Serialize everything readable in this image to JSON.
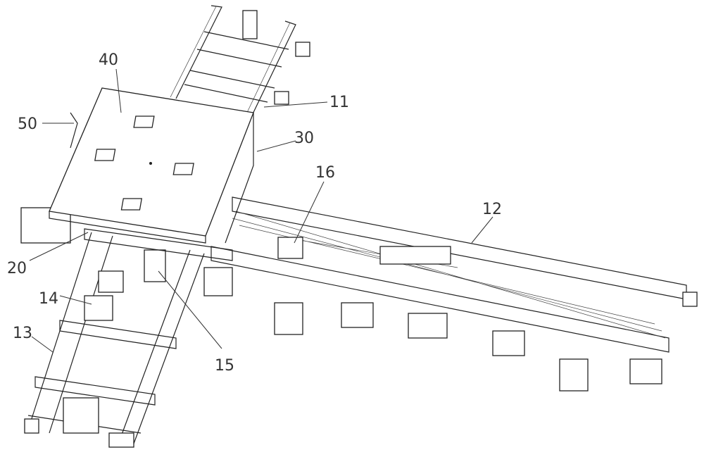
{
  "figure": {
    "labels": {
      "plate": "40",
      "handle": "50",
      "rail_upper": "11",
      "frame_joint": "30",
      "drive": "16",
      "long_conveyor": "12",
      "base_frame": "20",
      "motor": "14",
      "lower_conveyor": "13",
      "lift_unit": "15"
    }
  }
}
